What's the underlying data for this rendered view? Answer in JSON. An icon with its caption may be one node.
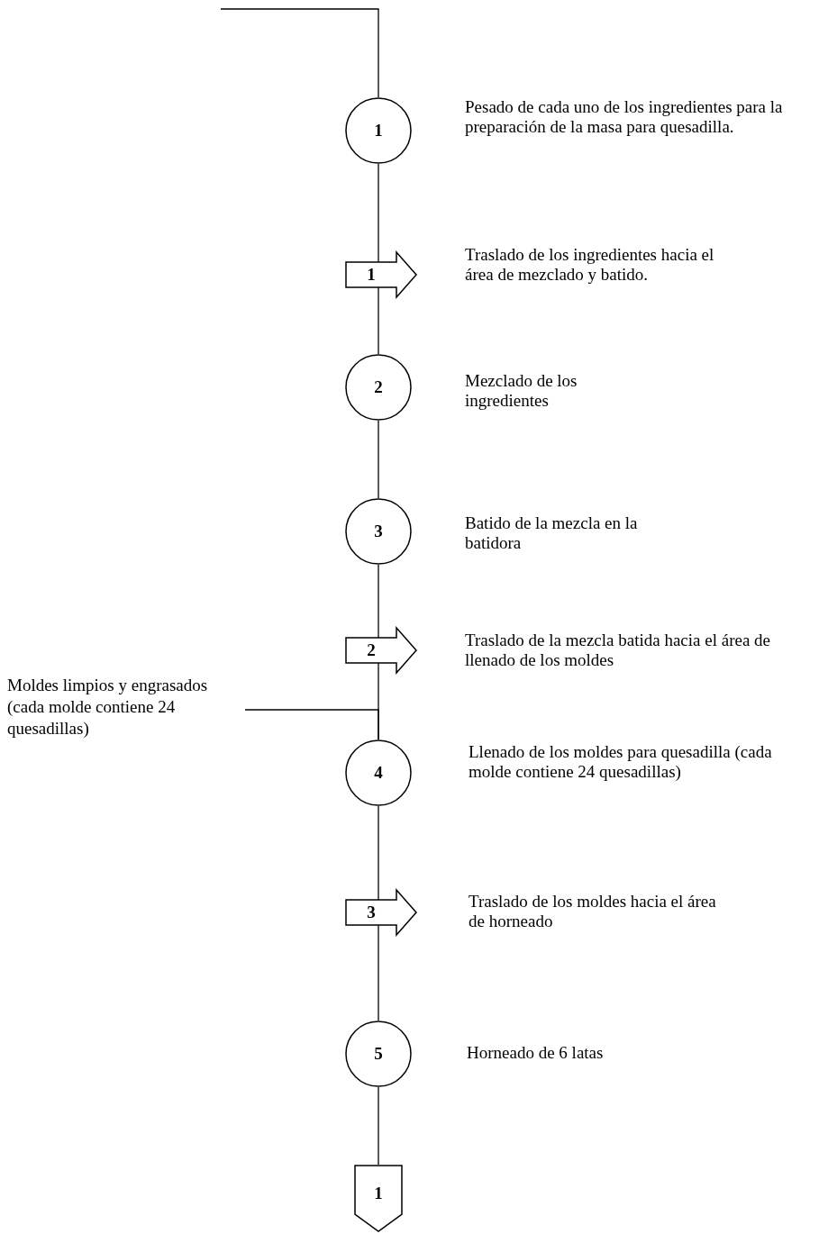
{
  "diagram": {
    "nodes": [
      {
        "text": [
          "1"
        ],
        "beside": [
          "Pesado de cada uno de los ingredientes para la preparación de la masa para quesadilla."
        ]
      },
      {
        "text": [
          "1"
        ],
        "beside": [
          "Traslado de los ingredientes hacia el área de mezclado y batido."
        ]
      },
      {
        "text": [
          "2"
        ],
        "beside": [
          "Mezclado de los ingredientes"
        ]
      },
      {
        "text": [
          "3"
        ],
        "beside": [
          "Batido de la mezcla en la batidora"
        ]
      },
      {
        "text": [
          "2"
        ],
        "beside": [
          "Traslado de la mezcla batida hacia el área de llenado de los moldes"
        ]
      },
      {
        "text": [
          "Moldes limpios y engrasados (cada molde contiene 24 quesadillas)"
        ]
      },
      {
        "text": [
          "4"
        ],
        "beside": [
          "Llenado de los moldes para quesadilla (cada molde contiene 24 quesadillas)"
        ]
      },
      {
        "text": [
          "3"
        ],
        "beside": [
          "Traslado de los moldes hacia el área de horneado"
        ]
      },
      {
        "text": [
          "5"
        ],
        "beside": [
          "Horneado de 6 latas"
        ]
      },
      {
        "text": [
          "1"
        ]
      }
    ],
    "edges": [
      {
        "from": null,
        "to": 0,
        "arrow": "none"
      },
      {
        "from": 0,
        "to": 1,
        "arrow": "none"
      },
      {
        "from": 1,
        "to": 2,
        "arrow": "none"
      },
      {
        "from": 2,
        "to": 3,
        "arrow": "none"
      },
      {
        "from": 3,
        "to": 4,
        "arrow": "none"
      },
      {
        "from": 4,
        "to": 6,
        "arrow": "none"
      },
      {
        "from": 5,
        "to": 6,
        "arrow": "none"
      },
      {
        "from": 6,
        "to": 7,
        "arrow": "none"
      },
      {
        "from": 7,
        "to": 8,
        "arrow": "none"
      },
      {
        "from": 8,
        "to": 9,
        "arrow": "none"
      }
    ]
  }
}
